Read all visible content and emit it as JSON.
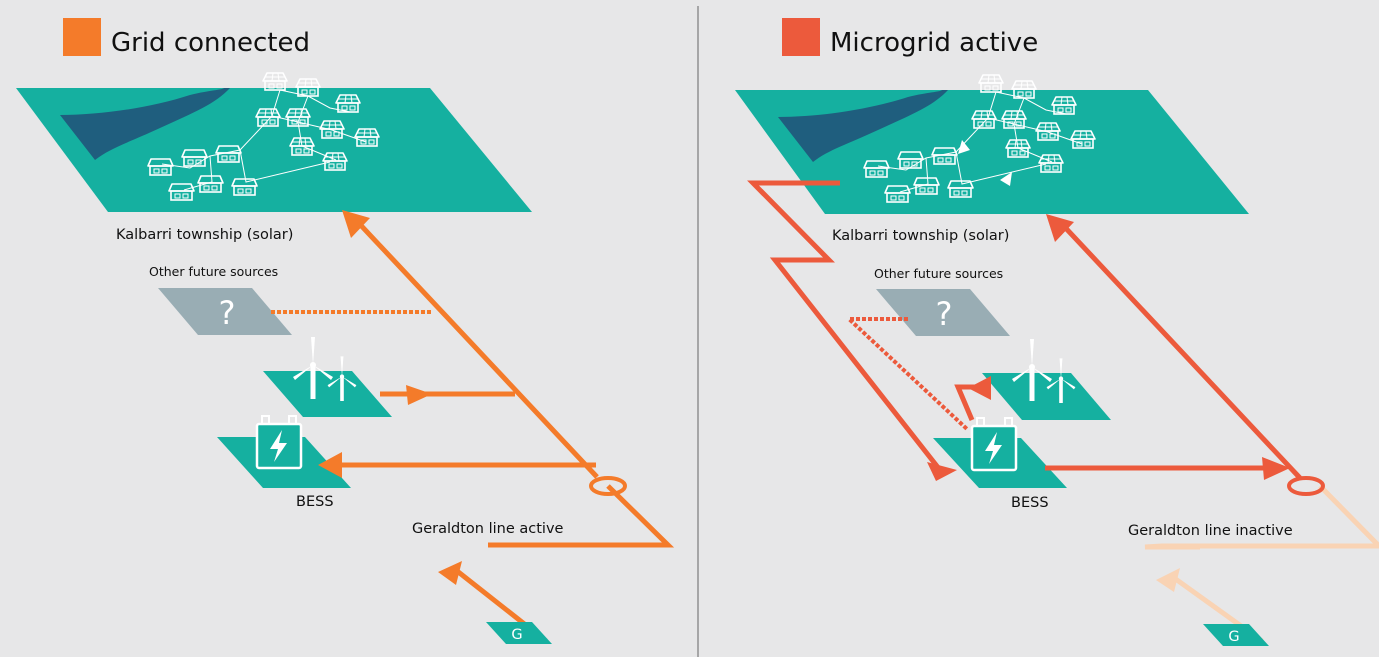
{
  "colors": {
    "background": "#e7e7e8",
    "land": "#15b0a0",
    "water": "#1f5e7e",
    "grid_orange": "#f47b2a",
    "micro_red": "#ec5a3c",
    "inactive": "#f9d3b4",
    "grey_panel": "#99adb4",
    "divider": "#666666"
  },
  "panels": {
    "left": {
      "title": "Grid connected",
      "township_label": "Kalbarri township (solar)",
      "future_label": "Other future sources",
      "future_symbol": "?",
      "bess_label": "BESS",
      "line_label": "Geraldton line active",
      "generator_label": "G",
      "line_state": "active",
      "legend_icon": "orange-square-icon"
    },
    "right": {
      "title": "Microgrid active",
      "township_label": "Kalbarri township (solar)",
      "future_label": "Other future sources",
      "future_symbol": "?",
      "bess_label": "BESS",
      "line_label": "Geraldton line inactive",
      "generator_label": "G",
      "line_state": "inactive",
      "legend_icon": "red-square-icon"
    }
  }
}
